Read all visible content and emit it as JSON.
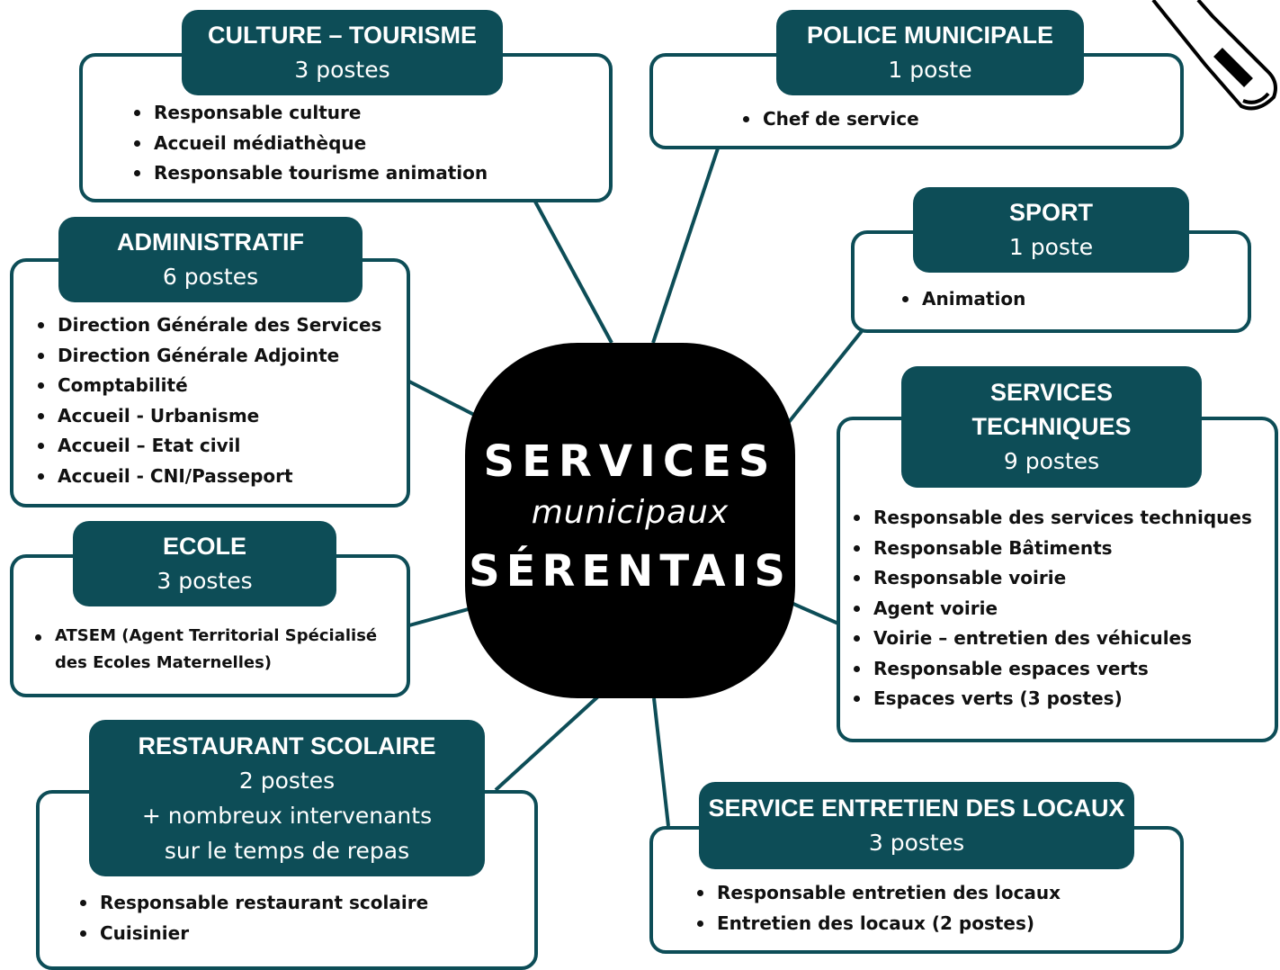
{
  "center": {
    "line1": "SERVICES",
    "line2": "municipaux",
    "line3": "SÉRENTAIS"
  },
  "colors": {
    "header_bg": "#0d4d57",
    "center_bg": "#000000",
    "border": "#0d4d57"
  },
  "services": {
    "culture": {
      "title": "CULTURE – TOURISME",
      "subtitle": "3 postes",
      "items": [
        "Responsable culture",
        "Accueil médiathèque",
        "Responsable tourisme animation"
      ]
    },
    "police": {
      "title": "POLICE MUNICIPALE",
      "subtitle": "1 poste",
      "items": [
        "Chef de service"
      ]
    },
    "sport": {
      "title": "SPORT",
      "subtitle": "1 poste",
      "items": [
        "Animation"
      ]
    },
    "administratif": {
      "title": "ADMINISTRATIF",
      "subtitle": "6 postes",
      "items": [
        "Direction Générale des Services",
        "Direction Générale Adjointe",
        "Comptabilité",
        "Accueil - Urbanisme",
        "Accueil – Etat civil",
        "Accueil - CNI/Passeport"
      ]
    },
    "techniques": {
      "title_line1": "SERVICES",
      "title_line2": "TECHNIQUES",
      "subtitle": "9 postes",
      "items": [
        "Responsable des services techniques",
        "Responsable Bâtiments",
        "Responsable voirie",
        "Agent voirie",
        "Voirie – entretien des véhicules",
        "Responsable espaces verts",
        "Espaces verts (3 postes)"
      ]
    },
    "ecole": {
      "title": "ECOLE",
      "subtitle": "3 postes",
      "items": [
        "ATSEM (Agent Territorial Spécialisé des Ecoles Maternelles)"
      ]
    },
    "restaurant": {
      "title": "RESTAURANT SCOLAIRE",
      "subtitle": "2 postes",
      "subtitle2": "+ nombreux intervenants",
      "subtitle3": "sur le temps de repas",
      "items": [
        "Responsable restaurant scolaire",
        "Cuisinier"
      ]
    },
    "entretien": {
      "title": "SERVICE ENTRETIEN DES LOCAUX",
      "subtitle": "3 postes",
      "items": [
        "Responsable entretien des locaux",
        "Entretien des locaux (2 postes)"
      ]
    }
  }
}
